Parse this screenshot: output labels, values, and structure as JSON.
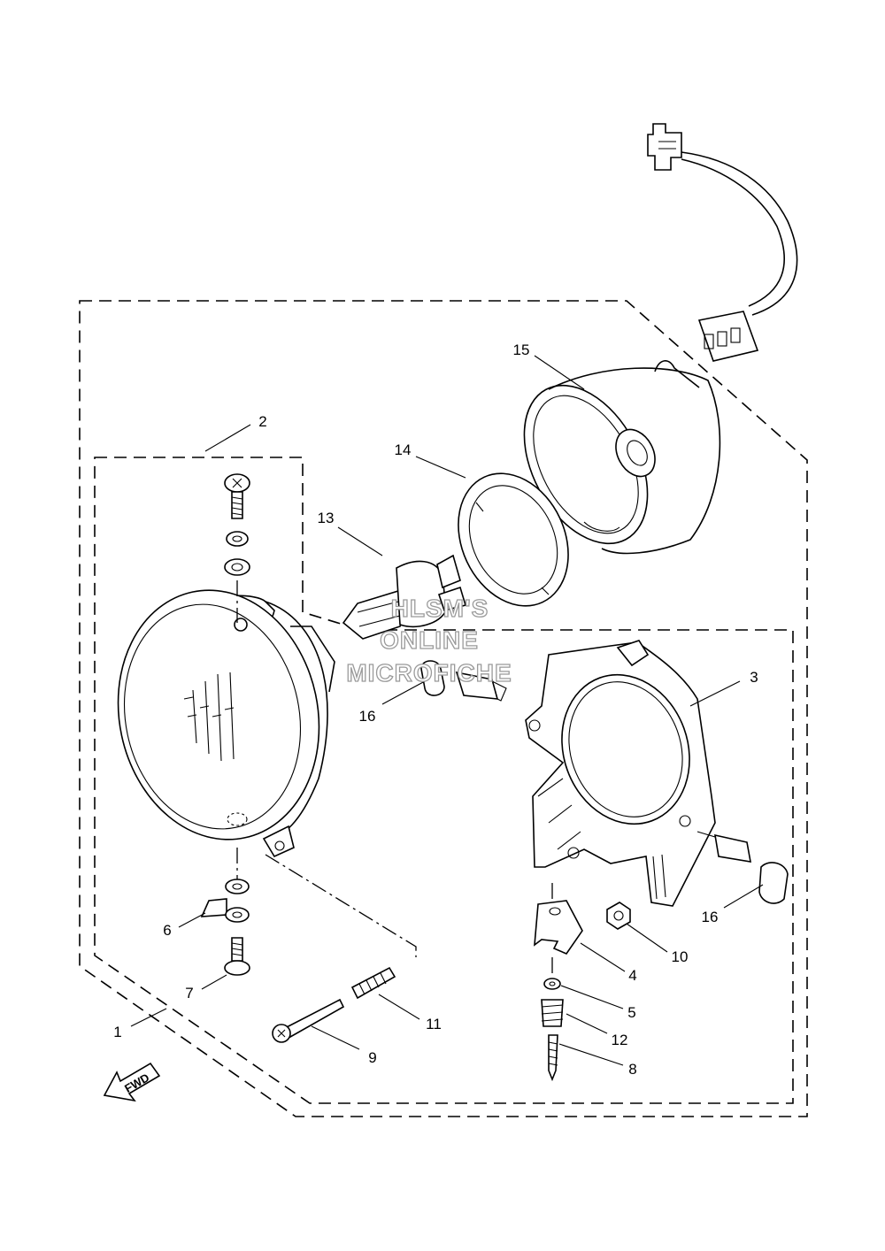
{
  "diagram": {
    "part_labels": [
      {
        "id": "1",
        "text": "1"
      },
      {
        "id": "2",
        "text": "2"
      },
      {
        "id": "3",
        "text": "3"
      },
      {
        "id": "4",
        "text": "4"
      },
      {
        "id": "5",
        "text": "5"
      },
      {
        "id": "6",
        "text": "6"
      },
      {
        "id": "7",
        "text": "7"
      },
      {
        "id": "8",
        "text": "8"
      },
      {
        "id": "9",
        "text": "9"
      },
      {
        "id": "10",
        "text": "10"
      },
      {
        "id": "11",
        "text": "11"
      },
      {
        "id": "12",
        "text": "12"
      },
      {
        "id": "13",
        "text": "13"
      },
      {
        "id": "14",
        "text": "14"
      },
      {
        "id": "15",
        "text": "15"
      },
      {
        "id": "16a",
        "text": "16"
      },
      {
        "id": "16b",
        "text": "16"
      }
    ],
    "watermark": {
      "line1": "HLSM'S",
      "line2": "ONLINE",
      "line3": "MICROFICHE"
    },
    "direction_arrow": {
      "text": "FWD"
    }
  }
}
